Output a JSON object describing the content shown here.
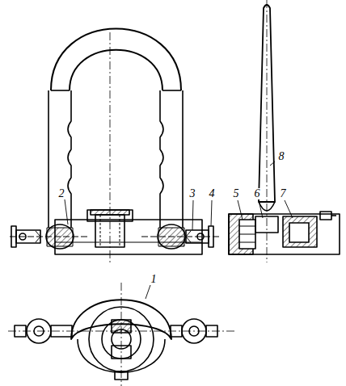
{
  "diagram": {
    "labels": [
      "8",
      "2",
      "3",
      "4",
      "5",
      "6",
      "7",
      "1"
    ]
  }
}
